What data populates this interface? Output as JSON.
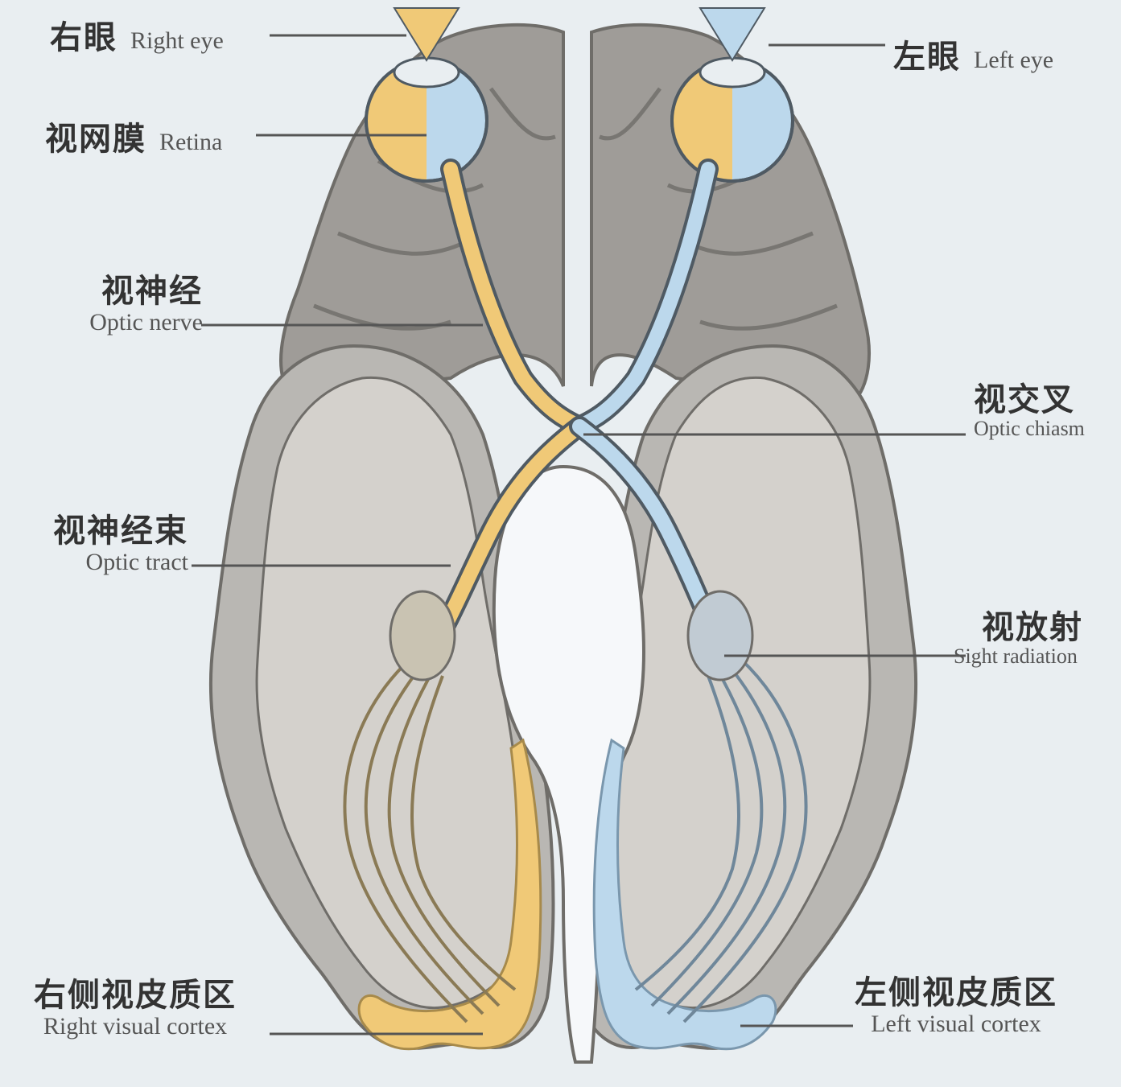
{
  "colors": {
    "background": "#e9eef1",
    "brain_outer": "#b9b7b3",
    "brain_inner": "#d4d1cc",
    "brain_outline": "#6f6d69",
    "right_field": "#f0c977",
    "left_field": "#bcd8ec",
    "nerve_outline": "#4f5a63",
    "label_text": "#333333"
  },
  "labels": {
    "right_eye": {
      "zh": "右眼",
      "en": "Right eye"
    },
    "left_eye": {
      "zh": "左眼",
      "en": "Left eye"
    },
    "retina": {
      "zh": "视网膜",
      "en": "Retina"
    },
    "optic_nerve": {
      "zh": "视神经",
      "en": "Optic nerve"
    },
    "optic_chiasm": {
      "zh": "视交叉",
      "en": "Optic chiasm"
    },
    "optic_tract": {
      "zh": "视神经束",
      "en": "Optic tract"
    },
    "optic_radiation": {
      "zh": "视放射",
      "en": "Sight radiation"
    },
    "right_visual_cortex": {
      "zh": "右侧视皮质区",
      "en": "Right visual cortex"
    },
    "left_visual_cortex": {
      "zh": "左侧视皮质区",
      "en": "Left visual cortex"
    }
  }
}
